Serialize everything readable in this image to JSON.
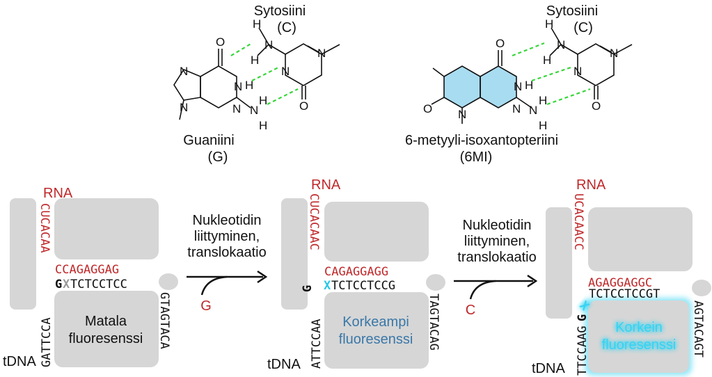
{
  "chemistry": {
    "cytosine_left": {
      "name": "Sytosiini",
      "abbr": "(C)"
    },
    "guanine": {
      "name": "Guaniini",
      "abbr": "(G)"
    },
    "cytosine_right": {
      "name": "Sytosiini",
      "abbr": "(C)"
    },
    "analog": {
      "name": "6-metyyli-isoxantopteriini",
      "abbr": "(6MI)"
    },
    "atoms": {
      "N": "N",
      "O": "O",
      "H": "H"
    }
  },
  "stages": [
    {
      "rna_label": "RNA",
      "rna_vertical": "CUCACAA",
      "rna_horizontal": "CCAGAGGAG",
      "dna_first": "G",
      "dna_marker": "X",
      "dna_horizontal": "TCTCCTCC",
      "dna_left_vertical": "GATTCCA",
      "dna_right_vertical": "GTAGTACA",
      "tdna_label": "tDNA",
      "fluorescence_line1": "Matala",
      "fluorescence_line2": "fluoresenssi"
    },
    {
      "rna_label": "RNA",
      "rna_vertical": "CUCACAAC",
      "rna_horizontal": "CAGAGGAGG",
      "dna_first": "G",
      "dna_marker": "X",
      "dna_horizontal": "TCTCCTCCG",
      "dna_left_vertical": "ATTCCAA",
      "dna_right_vertical": "TAGTACAG",
      "tdna_label": "tDNA",
      "fluorescence_line1": "Korkeampi",
      "fluorescence_line2": "fluoresenssi"
    },
    {
      "rna_label": "RNA",
      "rna_vertical": "UCACAACC",
      "rna_horizontal": "AGAGGAGGC",
      "dna_first": "G",
      "dna_marker": "X",
      "dna_horizontal": "TCTCCTCCGT",
      "dna_left_vertical": "TTCCAAG",
      "dna_right_vertical": "AGTACAGT",
      "tdna_label": "tDNA",
      "fluorescence_line1": "Korkein",
      "fluorescence_line2": "fluoresenssi"
    }
  ],
  "transitions": [
    {
      "line1": "Nukleotidin",
      "line2": "liittyminen,",
      "line3": "translokaatio",
      "nucleotide": "G"
    },
    {
      "line1": "Nukleotidin",
      "line2": "liittyminen,",
      "line3": "translokaatio",
      "nucleotide": "C"
    }
  ],
  "colors": {
    "rna": "#c0282a",
    "dna": "#111111",
    "marker_grey": "#9a9a9a",
    "marker_cyan": "#29c7e8",
    "fluor_mid": "#3a78a8",
    "fluor_high": "#35d3f2",
    "pteridine_fill": "#a8dcf0",
    "hbond": "#37d63a",
    "box": "#d6d6d6"
  }
}
